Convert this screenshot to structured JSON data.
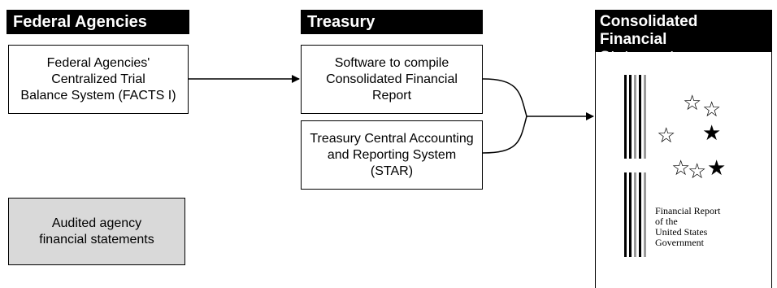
{
  "headers": {
    "federal_agencies": "Federal Agencies",
    "treasury": "Treasury",
    "consolidated": "Consolidated Financial\nStatements"
  },
  "boxes": {
    "facts": "Federal Agencies'\nCentralized Trial\nBalance System (FACTS I)",
    "software": "Software to compile\nConsolidated Financial\nReport",
    "star_system": "Treasury Central Accounting\nand Reporting System\n(STAR)",
    "audited": "Audited agency\nfinancial statements"
  },
  "report_cover": {
    "title_text": "Financial Report\nof the\nUnited States\nGovernment"
  },
  "colors": {
    "header_bg": "#000000",
    "audited_box_fill": "#d9d9d9",
    "stripe_grey": "#9a9a9a"
  }
}
